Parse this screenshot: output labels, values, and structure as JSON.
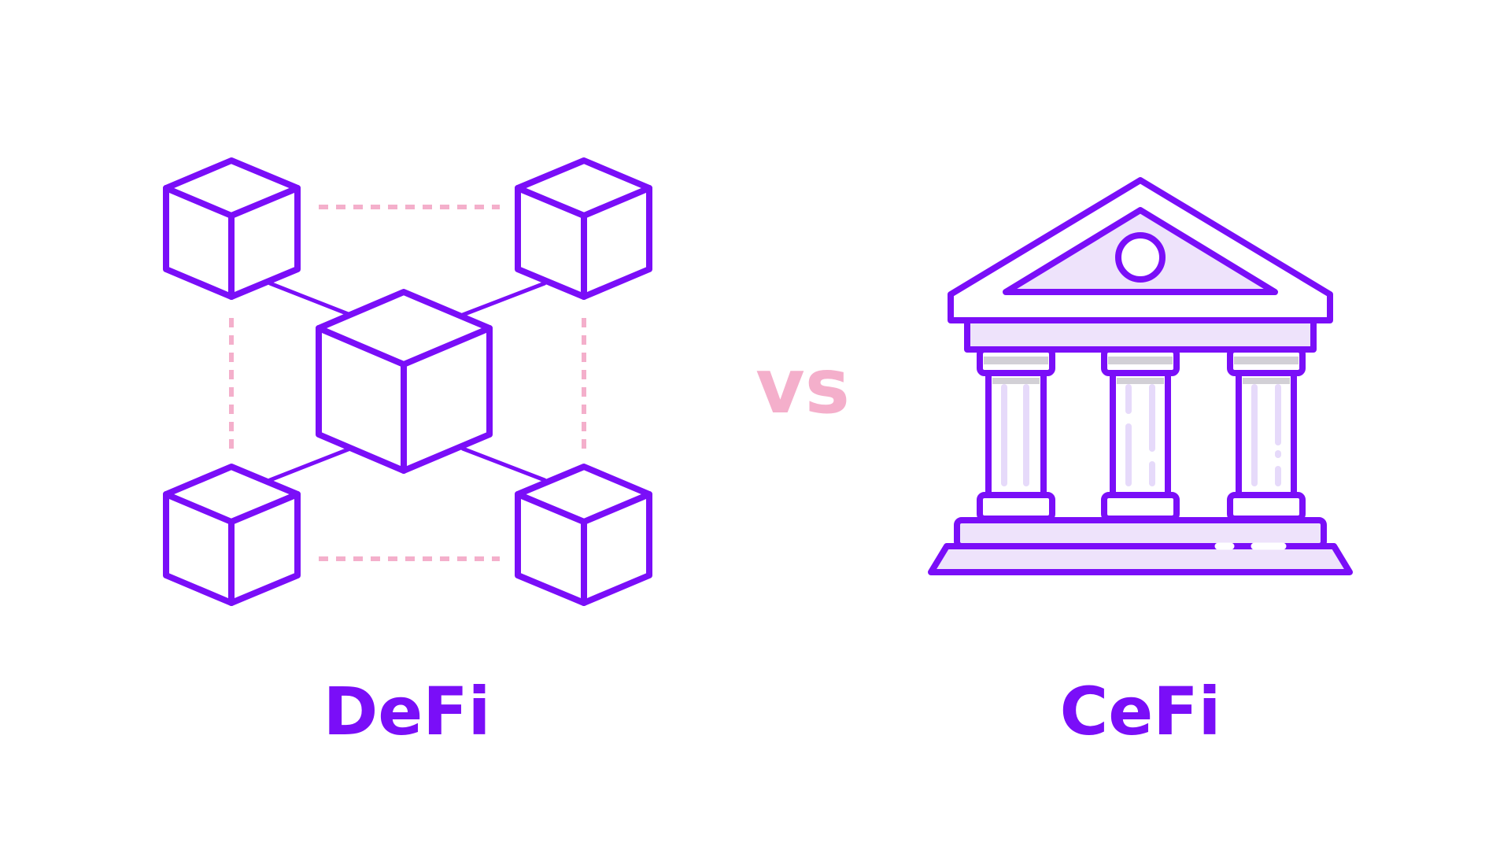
{
  "left_label": "DeFi",
  "right_label": "CeFi",
  "vs_label": "vs",
  "colors": {
    "primary": "#7A0EF8",
    "accent_pink": "#F4AFCB",
    "fill_lavender": "#EEE3FB",
    "column_lavender": "#E6DAFA",
    "shadow_gray": "#D2D0D6",
    "background": "#FFFFFF"
  },
  "icons": {
    "left": "blockchain-network-icon",
    "right": "bank-building-icon"
  }
}
